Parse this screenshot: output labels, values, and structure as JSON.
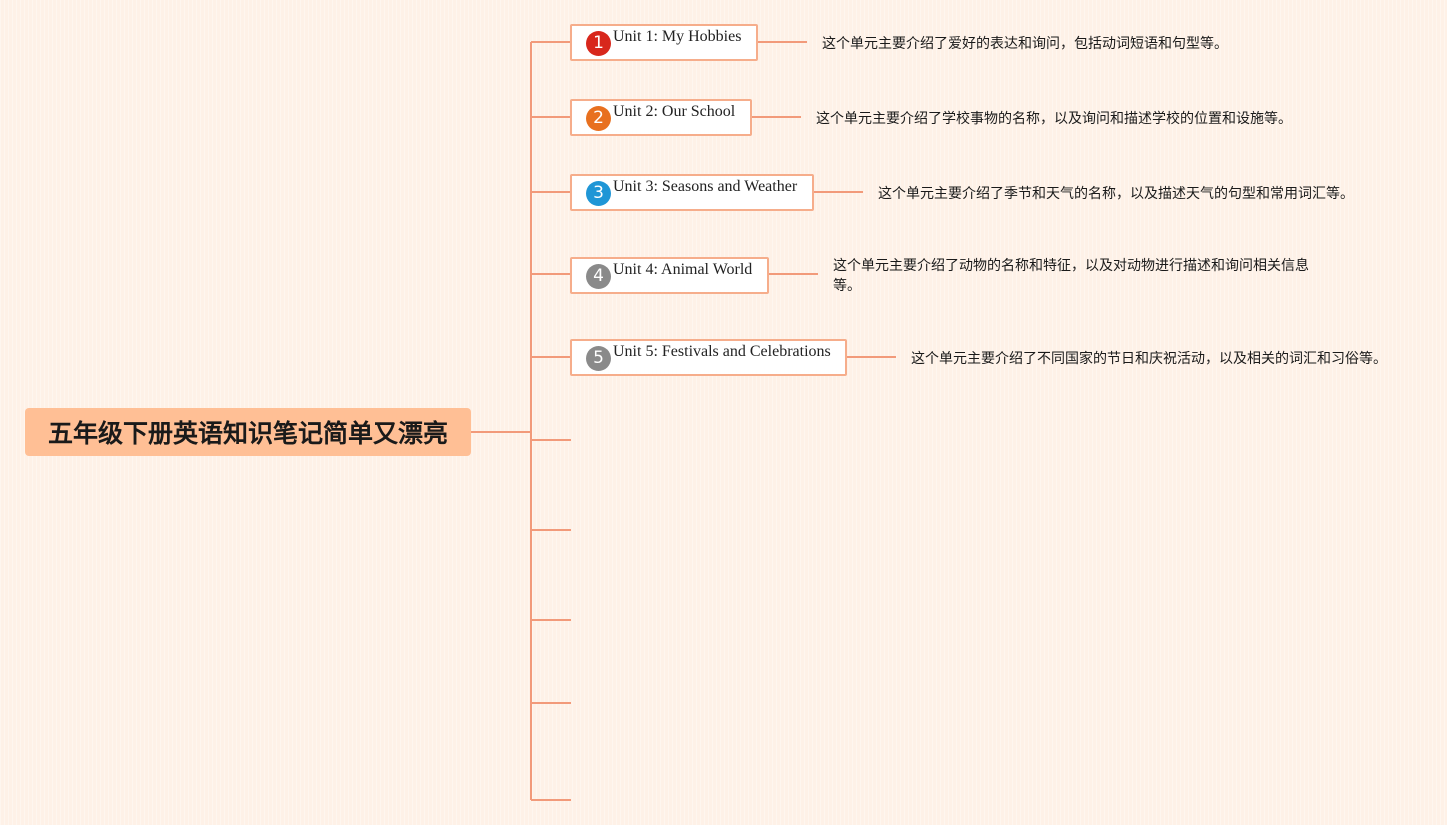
{
  "root": {
    "title": "五年级下册英语知识笔记简单又漂亮"
  },
  "colors": {
    "background": "#fef1e7",
    "root_fill": "#ffbf95",
    "branch_line": "#f29a7a",
    "topic_border": "#f6ad8b"
  },
  "units": [
    {
      "number": "1",
      "badge_color": "#d8271c",
      "title": "Unit 1: My Hobbies",
      "description": "这个单元主要介绍了爱好的表达和询问，包括动词短语和句型等。"
    },
    {
      "number": "2",
      "badge_color": "#e8701f",
      "title": "Unit 2: Our School",
      "description": "这个单元主要介绍了学校事物的名称，以及询问和描述学校的位置和设施等。"
    },
    {
      "number": "3",
      "badge_color": "#1f96d6",
      "title": "Unit 3: Seasons and Weather",
      "description": "这个单元主要介绍了季节和天气的名称，以及描述天气的句型和常用词汇等。"
    },
    {
      "number": "4",
      "badge_color": "#8a8a8a",
      "title": "Unit 4: Animal World",
      "description": "这个单元主要介绍了动物的名称和特征，以及对动物进行描述和询问相关信息等。"
    },
    {
      "number": "5",
      "badge_color": "#8a8a8a",
      "title": "Unit 5: Festivals and Celebrations",
      "description": "这个单元主要介绍了不同国家的节日和庆祝活动，以及相关的词汇和习俗等。"
    }
  ],
  "empty_branch_count": 5
}
